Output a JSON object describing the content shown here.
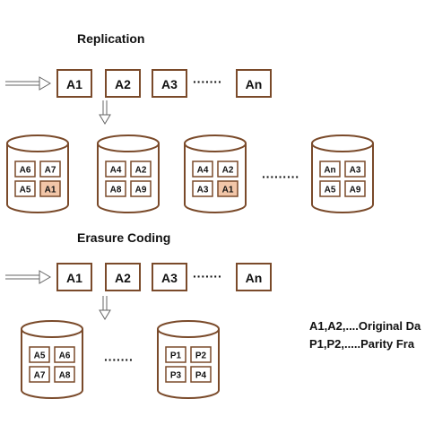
{
  "colors": {
    "stroke": "#7a4a2a",
    "highlight": "#f2c6a8",
    "cell": "#ffffff"
  },
  "replication": {
    "title": "Replication",
    "blocks": [
      "A1",
      "A2",
      "A3",
      "An"
    ],
    "ellipsis": "·······",
    "disks": [
      {
        "cells": [
          "A6",
          "A7",
          "A5",
          "A1"
        ],
        "highlight": [
          3
        ]
      },
      {
        "cells": [
          "A4",
          "A2",
          "A8",
          "A9"
        ],
        "highlight": []
      },
      {
        "cells": [
          "A4",
          "A2",
          "A3",
          "A1"
        ],
        "highlight": [
          3
        ]
      },
      {
        "cells": [
          "An",
          "A3",
          "A5",
          "A9"
        ],
        "highlight": []
      }
    ],
    "disk_ellipsis": "·········"
  },
  "erasure": {
    "title": "Erasure Coding",
    "blocks": [
      "A1",
      "A2",
      "A3",
      "An"
    ],
    "ellipsis": "·······",
    "disks": [
      {
        "cells": [
          "A5",
          "A6",
          "A7",
          "A8"
        ],
        "highlight": []
      },
      {
        "cells": [
          "P1",
          "P2",
          "P3",
          "P4"
        ],
        "highlight": []
      }
    ],
    "disk_ellipsis": "·······"
  },
  "legend": {
    "line1": "A1,A2,....Original Da",
    "line2": "P1,P2,.....Parity Fra"
  }
}
